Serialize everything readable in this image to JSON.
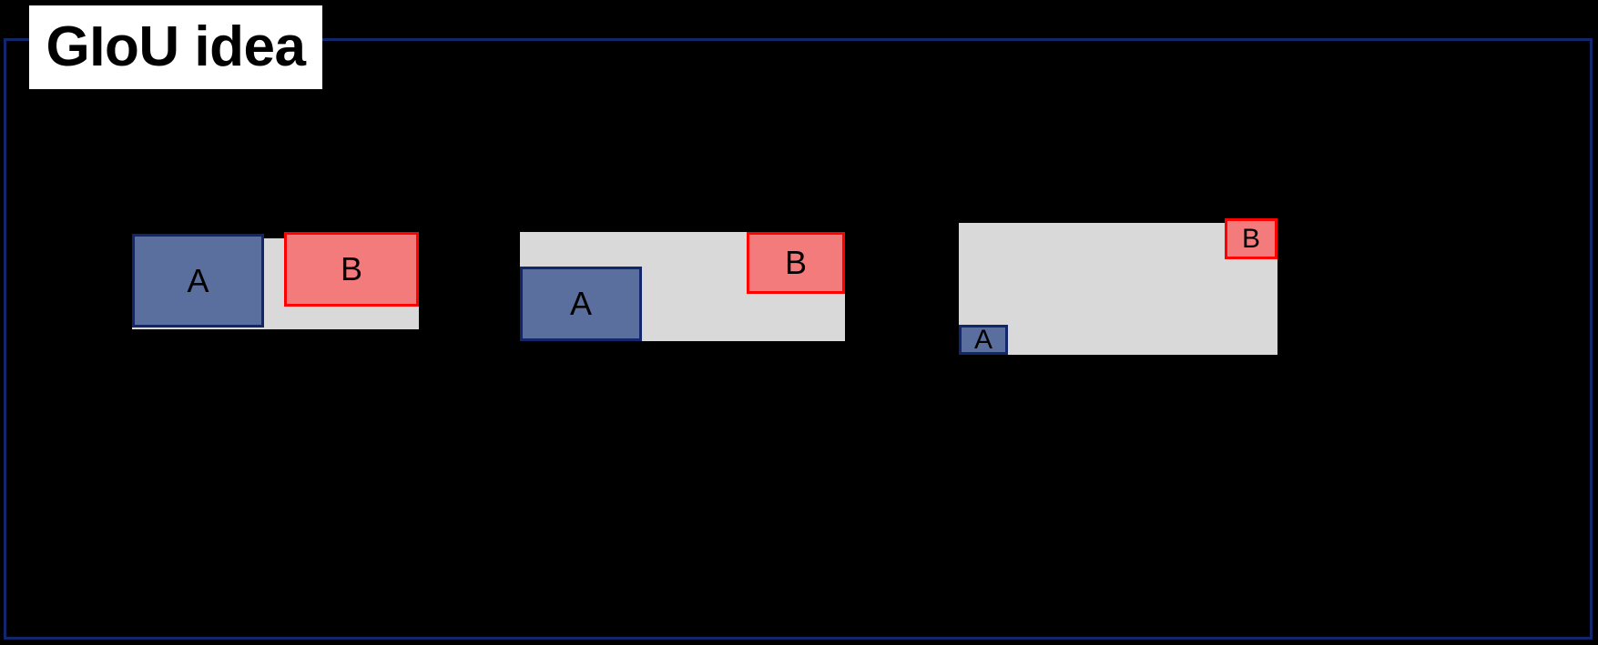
{
  "slide": {
    "title": "GIoU idea",
    "background_color": "#000000",
    "frame_color": "#12276b",
    "title_box_color": "#ffffff",
    "title_text_color": "#000000"
  },
  "colors": {
    "box_a_fill": "#5a6f9e",
    "box_a_stroke": "#12276b",
    "box_b_fill": "#f47b7b",
    "box_b_stroke": "#ff0000",
    "enclosing_fill": "#d9d9d9"
  },
  "diagrams": [
    {
      "name": "case-1-disjoint-adjacent",
      "enclosing": {
        "label": ""
      },
      "box_a": {
        "label": "A"
      },
      "box_b": {
        "label": "B"
      }
    },
    {
      "name": "case-2-far-apart",
      "enclosing": {
        "label": ""
      },
      "box_a": {
        "label": "A"
      },
      "box_b": {
        "label": "B"
      }
    },
    {
      "name": "case-3-very-far-apart",
      "enclosing": {
        "label": ""
      },
      "box_a": {
        "label": "A"
      },
      "box_b": {
        "label": "B"
      }
    }
  ]
}
